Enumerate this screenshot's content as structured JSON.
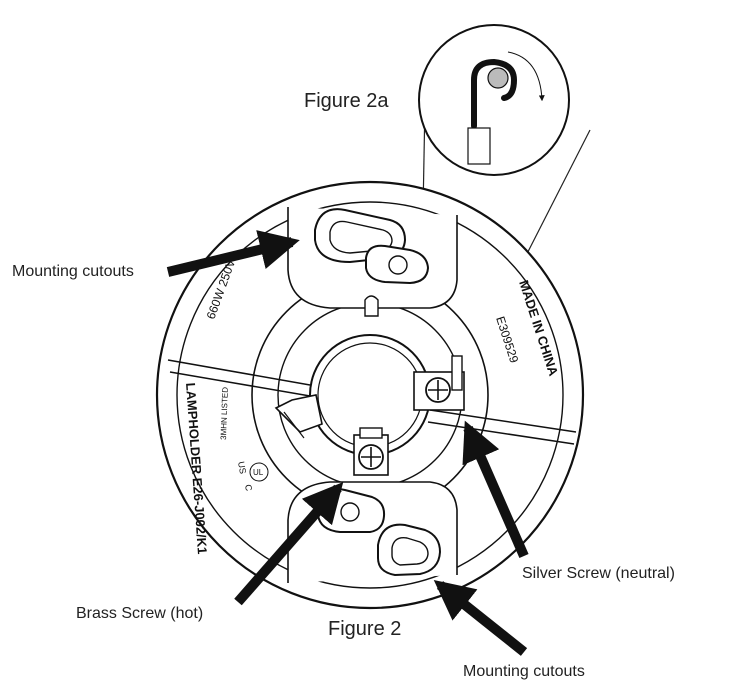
{
  "figure_main": "Figure 2",
  "figure_inset": "Figure 2a",
  "labels": {
    "mounting_cutouts_top": "Mounting cutouts",
    "mounting_cutouts_bottom": "Mounting cutouts",
    "brass_screw": "Brass Screw (hot)",
    "silver_screw": "Silver Screw (neutral)"
  },
  "stamped": {
    "rating": "660W 250V",
    "made_in": "MADE IN CHINA",
    "code": "E309529",
    "model": "LAMPHOLDER  E26-J002/K1",
    "listing": "3MHN LISTED",
    "us": "US",
    "c": "C",
    "ul": "UL"
  }
}
